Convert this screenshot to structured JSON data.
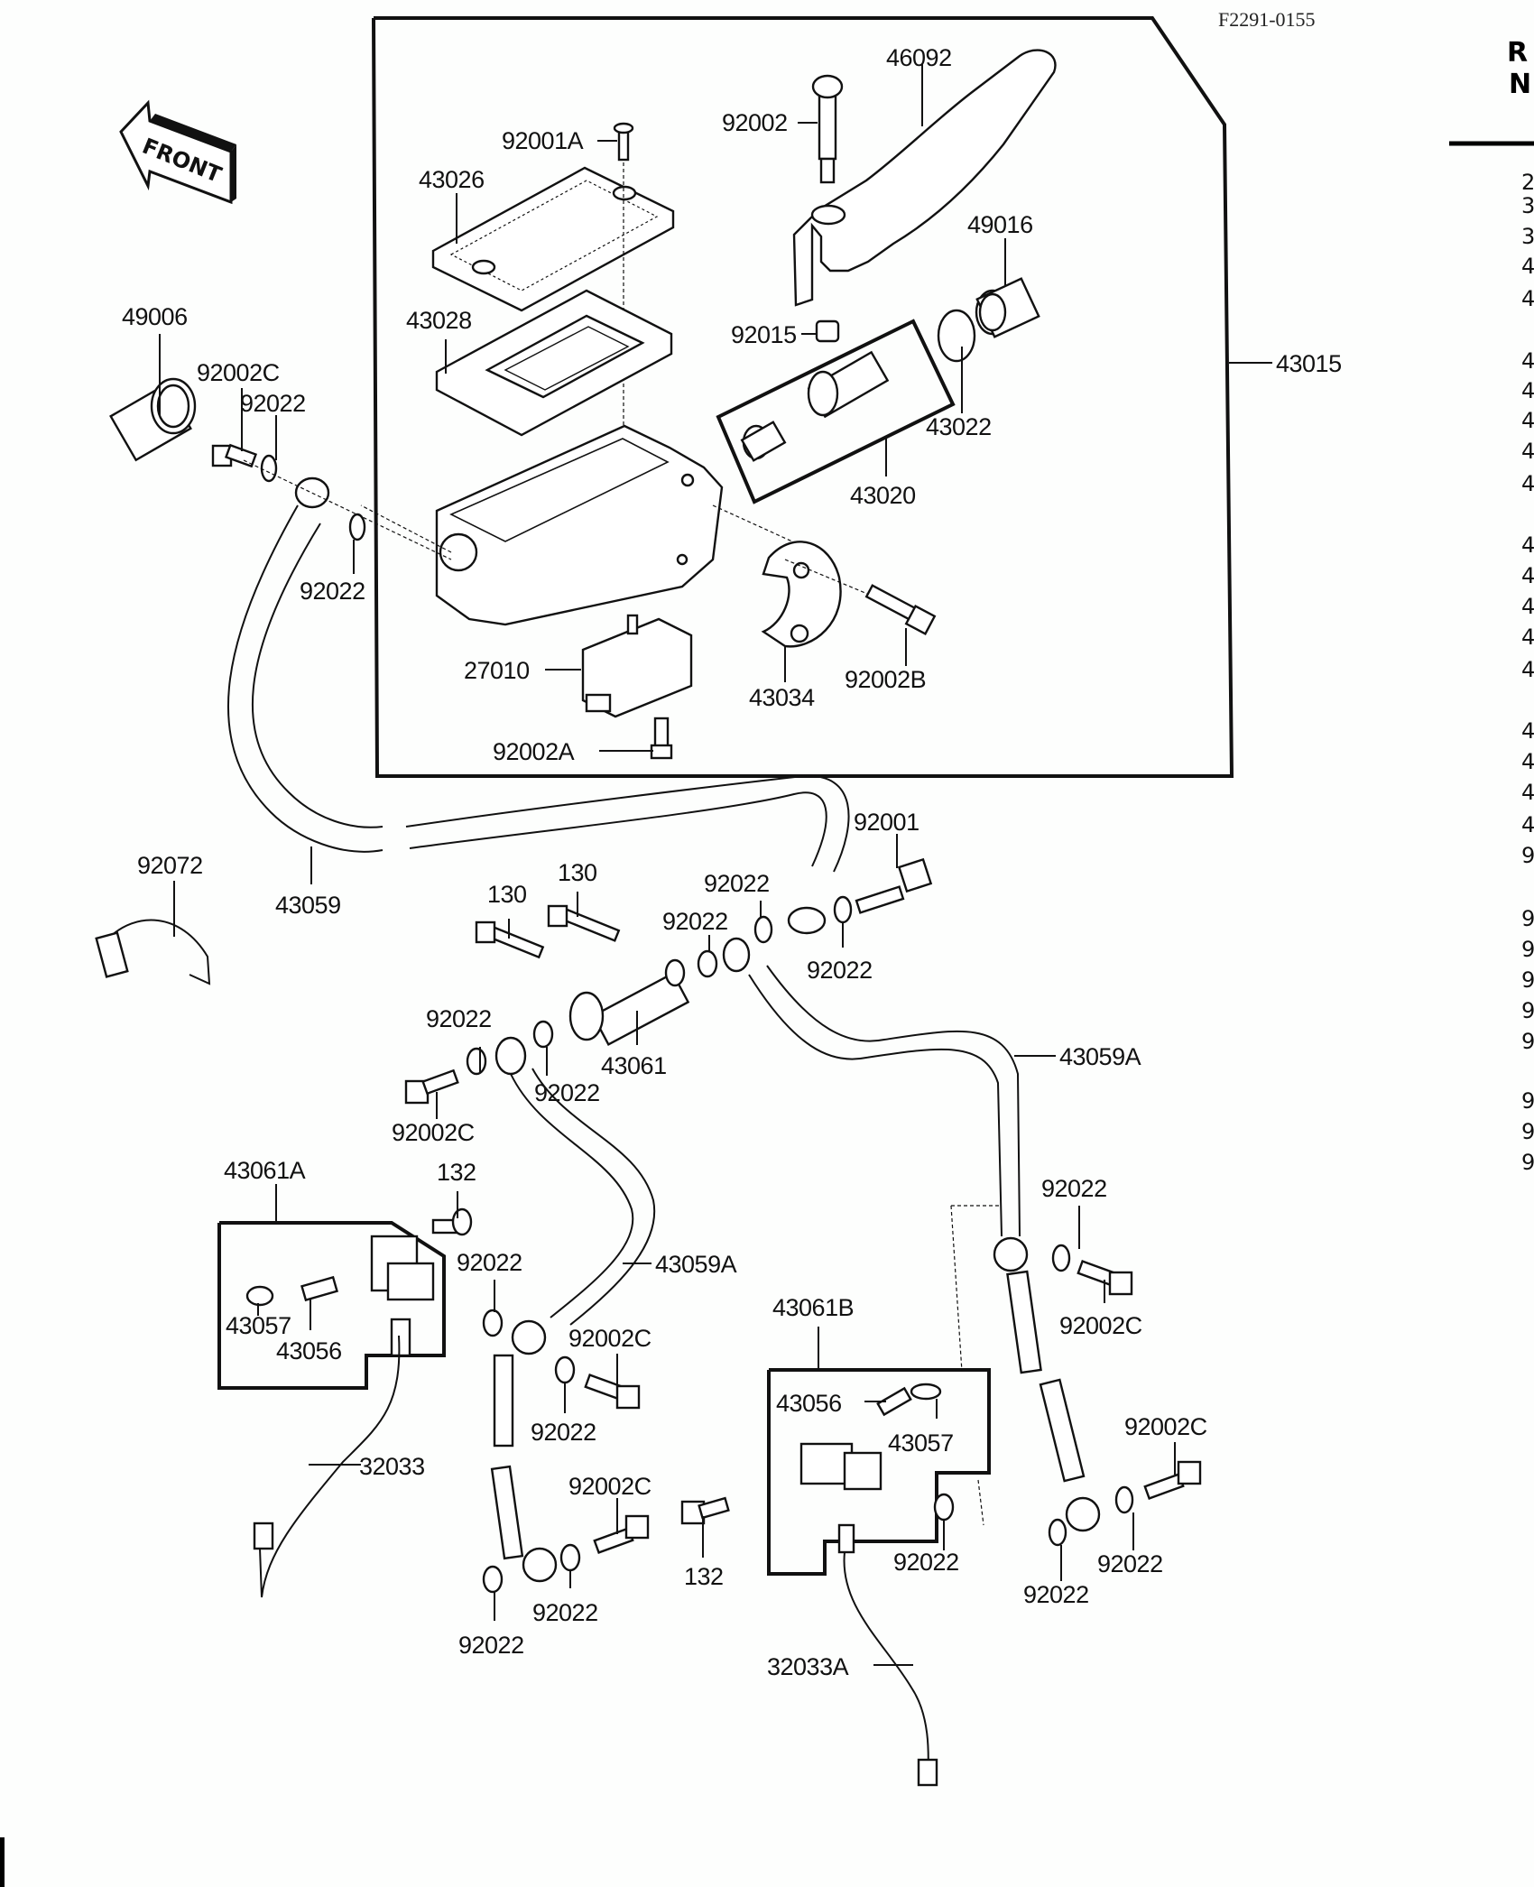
{
  "diagram_code": "F2291-0155",
  "front_arrow": "FRONT",
  "sidebar": {
    "header_line1": "R",
    "header_line2": "N",
    "ref_digits": [
      "2",
      "3",
      "3",
      "4",
      "4",
      "4",
      "4",
      "4",
      "4",
      "4",
      "4",
      "4",
      "4",
      "4",
      "4",
      "4",
      "4",
      "4",
      "4",
      "9",
      "9",
      "9",
      "9",
      "9",
      "9",
      "9",
      "9",
      "9"
    ]
  },
  "parts": {
    "p46092": "46092",
    "p92002": "92002",
    "p92001A": "92001A",
    "p43026": "43026",
    "p49016": "49016",
    "p43028": "43028",
    "p92015": "92015",
    "p43015": "43015",
    "p49006": "49006",
    "p92002C_top": "92002C",
    "p92022_top": "92022",
    "p43022": "43022",
    "p43020": "43020",
    "p92022_left": "92022",
    "p27010": "27010",
    "p43034": "43034",
    "p92002B": "92002B",
    "p92002A": "92002A",
    "p92001": "92001",
    "p92072": "92072",
    "p43059": "43059",
    "p130_a": "130",
    "p130_b": "130",
    "p92022_c": "92022",
    "p92022_d": "92022",
    "p92022_e": "92022",
    "p92022_f": "92022",
    "p43061": "43061",
    "p92022_g": "92022",
    "p43059A_right": "43059A",
    "p92002C_mid": "92002C",
    "p43061A": "43061A",
    "p132_top": "132",
    "p92022_h": "92022",
    "p43059A_mid": "43059A",
    "p92022_i": "92022",
    "p92002C_right": "92002C",
    "p43057_a": "43057",
    "p43056_a": "43056",
    "p92002C_c": "92002C",
    "p92022_j": "92022",
    "p43061B": "43061B",
    "p32033": "32033",
    "p43056_b": "43056",
    "p43057_b": "43057",
    "p92002C_far": "92002C",
    "p92002C_low": "92002C",
    "p132_low": "132",
    "p92022_k": "92022",
    "p92022_l": "92022",
    "p92022_m": "92022",
    "p92022_n": "92022",
    "p92022_o": "92022",
    "p32033A": "32033A"
  }
}
